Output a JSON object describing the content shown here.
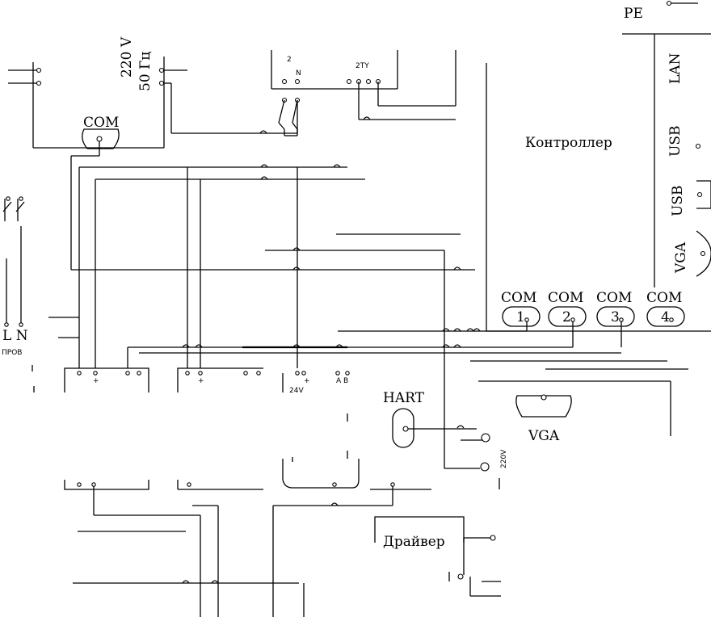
{
  "labels": {
    "voltage": "220 V",
    "frequency": "50 Гц",
    "com_main": "COM",
    "controller": "Контроллер",
    "pe": "PE",
    "lan": "LAN",
    "usb1": "USB",
    "usb2": "USB",
    "vga_side": "VGA",
    "com1": "COM",
    "com2": "COM",
    "com3": "COM",
    "com4": "COM",
    "com1_num": "1",
    "com2_num": "2",
    "com3_num": "3",
    "com4_num": "4",
    "hart": "HART",
    "vga_bottom": "VGA",
    "driver": "Драйвер",
    "power_in": "L N",
    "prov": "ПРОВ",
    "sw_label": "2",
    "relay_label": "2TY",
    "mod3_label": "24V",
    "pin_n": "N",
    "plus1": "+",
    "plus2": "+",
    "plus3": "+",
    "ab": "A B",
    "v220": "220V"
  }
}
